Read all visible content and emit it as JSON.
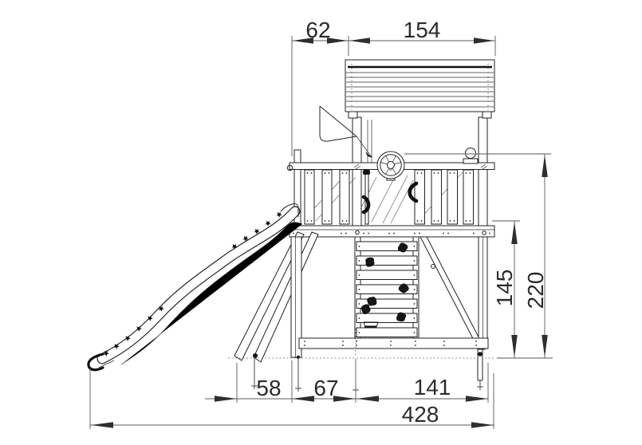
{
  "drawing": {
    "type": "playground-tower-side-elevation",
    "dimensions": {
      "top_left": "62",
      "top_right": "154",
      "right_inner": "145",
      "right_outer": "220",
      "bottom_left": "58",
      "bottom_mid": "67",
      "bottom_right": "141",
      "bottom_total": "428"
    },
    "colors": {
      "line": "#222222",
      "dimension_line": "#5a5a5a",
      "dimension_text": "#2b2b2b",
      "background": "#ffffff"
    },
    "icons": [
      "star-icon",
      "flag-icon",
      "steering-wheel-icon",
      "anchor-cross-icon"
    ]
  }
}
